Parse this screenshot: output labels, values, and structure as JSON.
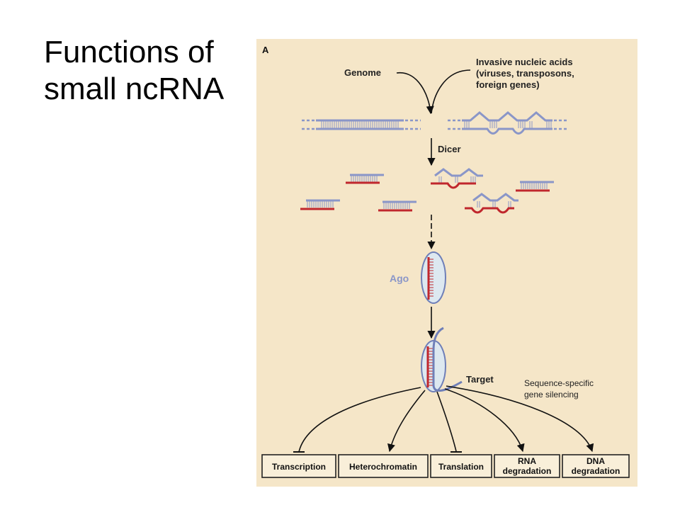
{
  "slide": {
    "title_line1": "Functions of",
    "title_line2": "small ncRNA"
  },
  "figure": {
    "panel_label": "A",
    "genome_label": "Genome",
    "invasive_line1": "Invasive nucleic acids",
    "invasive_line2": "(viruses, transposons,",
    "invasive_line3": "foreign genes)",
    "dicer_label": "Dicer",
    "ago_label": "Ago",
    "target_label": "Target",
    "silencing_line1": "Sequence-specific",
    "silencing_line2": "gene silencing",
    "outcomes": [
      {
        "line1": "Transcription",
        "line2": ""
      },
      {
        "line1": "Heterochromatin",
        "line2": ""
      },
      {
        "line1": "Translation",
        "line2": ""
      },
      {
        "line1": "RNA",
        "line2": "degradation"
      },
      {
        "line1": "DNA",
        "line2": "degradation"
      }
    ]
  },
  "colors": {
    "panel_background": "#f5e6c8",
    "guide_strand_red": "#c0272d",
    "passenger_strand_blue": "#8a96c8",
    "ago_fill": "#dde8f0"
  }
}
